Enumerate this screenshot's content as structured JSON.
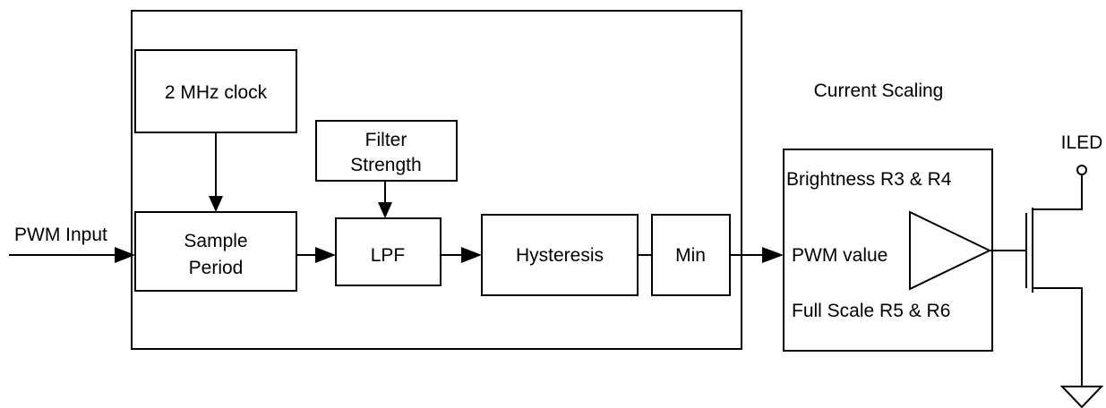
{
  "blocks": {
    "clock": "2 MHz clock",
    "filter_strength_line1": "Filter",
    "filter_strength_line2": "Strength",
    "sample_period_line1": "Sample",
    "sample_period_line2": "Period",
    "lpf": "LPF",
    "hysteresis": "Hysteresis",
    "min": "Min"
  },
  "labels": {
    "pwm_input": "PWM Input",
    "current_scaling": "Current Scaling",
    "iled": "ILED"
  },
  "scaling_block": {
    "brightness": "Brightness R3 & R4",
    "pwm_value": "PWM value",
    "full_scale": "Full Scale R5 & R6"
  }
}
